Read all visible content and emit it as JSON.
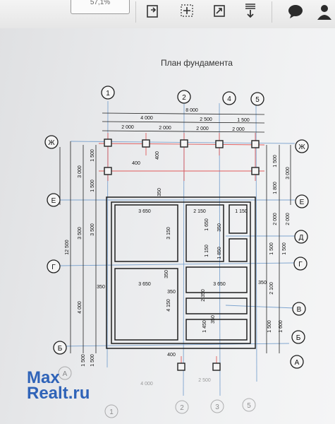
{
  "toolbar": {
    "zoom_value": "57,1%",
    "tools": [
      {
        "name": "export-icon"
      },
      {
        "name": "select-icon"
      },
      {
        "name": "rotate-icon"
      },
      {
        "name": "download-icon"
      },
      {
        "name": "comment-icon"
      },
      {
        "name": "user-icon"
      }
    ]
  },
  "drawing": {
    "title": "План фундамента",
    "axes_top": [
      "1",
      "2",
      "4",
      "5"
    ],
    "axes_bottom": [
      "1",
      "2",
      "3",
      "5"
    ],
    "axes_left": [
      "Ж",
      "Е",
      "Г",
      "Б",
      "А"
    ],
    "axes_right": [
      "Ж",
      "Е",
      "Д",
      "Г",
      "В",
      "Б",
      "А"
    ],
    "dim_top_total": "8 000",
    "dim_top_a": "4 000",
    "dim_top_b": "2 500",
    "dim_top_c": "1 500",
    "dim_top_1": "2 000",
    "dim_top_2": "2 000",
    "dim_top_3": "2 000",
    "dim_top_4": "2 000",
    "dim_left_total": "12 500",
    "dim_left_a": "3 000",
    "dim_left_b": "3 500",
    "dim_left_c": "3 500",
    "dim_left_d": "4 000",
    "dim_left_e": "1 500",
    "dim_left_f": "1 500",
    "dim_left_g": "1 500",
    "dim_left_h": "1 500",
    "dim_right_a": "1 500",
    "dim_right_b": "3 000",
    "dim_right_c": "1 800",
    "dim_right_d": "2 000",
    "dim_right_e": "2 000",
    "dim_right_f": "1 500",
    "dim_right_g": "2 100",
    "dim_right_h": "1 500",
    "dim_right_i": "1 500",
    "dim_right_j": "1 600",
    "pile_dim_h": "400",
    "pile_dim_v": "400",
    "room_3650_top": "3 650",
    "room_2150": "2 150",
    "room_1150": "1 150",
    "room_3650_bottom": "3 650",
    "room_2_3650": "3 650",
    "v_3150": "3 150",
    "v_4150": "4 150",
    "v_1650": "1 650",
    "v_1150": "1 150",
    "v_2350": "2 350",
    "v_1450": "1 450",
    "v_350a": "350",
    "v_350b": "350",
    "v_350c": "350",
    "v_350d": "350",
    "v_350e": "350",
    "v_350f": "350",
    "v_350g": "350",
    "v_400b": "400",
    "v_1850": "1 850",
    "bottom_dim_1": "4 000",
    "bottom_dim_2": "2 500"
  },
  "watermark": {
    "line1": "Max",
    "line2": "Realt.ru"
  }
}
